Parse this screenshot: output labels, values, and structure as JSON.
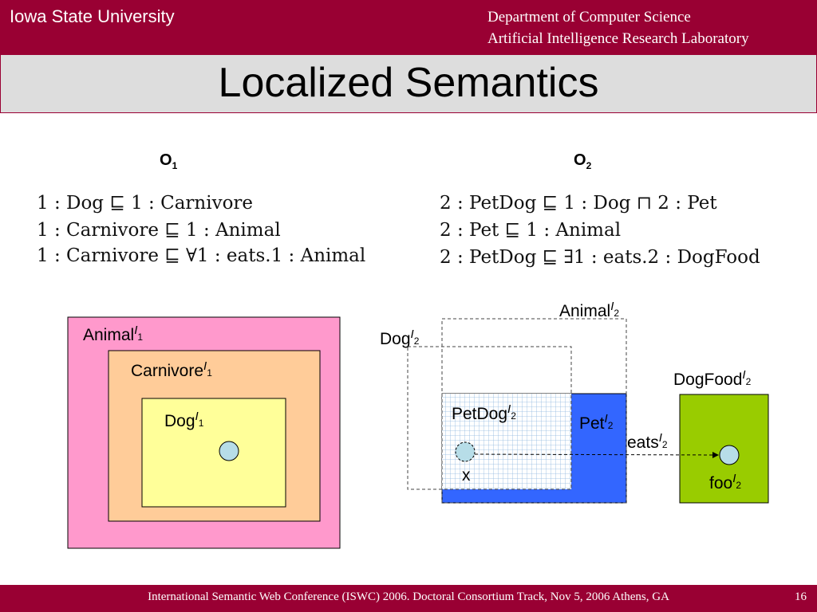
{
  "header": {
    "university": "Iowa State University",
    "department_line1": "Department of Computer Science",
    "department_line2": "Artificial Intelligence Research Laboratory"
  },
  "slide": {
    "title": "Localized Semantics",
    "page_number": "16"
  },
  "ontologies": {
    "o1": {
      "name": "O",
      "subscript": "1",
      "axioms": [
        "1 : Dog ⊑ 1 : Carnivore",
        "1 : Carnivore ⊑ 1 : Animal",
        "1 : Carnivore ⊑ ∀1 : eats.1 : Animal"
      ]
    },
    "o2": {
      "name": "O",
      "subscript": "2",
      "axioms": [
        "2 : PetDog ⊑ 1 : Dog ⊓ 2 : Pet",
        "2 : Pet ⊑ 1 : Animal",
        "2 : PetDog ⊑ ∃1 : eats.2 : DogFood"
      ]
    }
  },
  "diagram_left": {
    "animal": {
      "name": "Animal",
      "sup": "I",
      "sub": "1"
    },
    "carnivore": {
      "name": "Carnivore",
      "sup": "I",
      "sub": "1"
    },
    "dog": {
      "name": "Dog",
      "sup": "I",
      "sub": "1"
    }
  },
  "diagram_right": {
    "animal": {
      "name": "Animal",
      "sup": "I",
      "sub": "2"
    },
    "dog": {
      "name": "Dog",
      "sup": "I",
      "sub": "2"
    },
    "petdog": {
      "name": "PetDog",
      "sup": "I",
      "sub": "2"
    },
    "pet": {
      "name": "Pet",
      "sup": "I",
      "sub": "2"
    },
    "dogfood": {
      "name": "DogFood",
      "sup": "I",
      "sub": "2"
    },
    "eats": {
      "name": "eats",
      "sup": "I",
      "sub": "2"
    },
    "x": {
      "name": "x"
    },
    "foo": {
      "name": "foo",
      "sup": "I",
      "sub": "2"
    }
  },
  "colors": {
    "brand": "#990033",
    "title_bg": "#dddddd",
    "animal_fill": "#ff99cc",
    "carnivore_fill": "#ffcc99",
    "dog_fill": "#ffff99",
    "pet_fill": "#3366ff",
    "dogfood_fill": "#99cc00",
    "individual_fill": "#b7dde8"
  },
  "footer": {
    "text": "International Semantic Web Conference (ISWC) 2006. Doctoral Consortium Track, Nov 5, 2006 Athens, GA"
  }
}
